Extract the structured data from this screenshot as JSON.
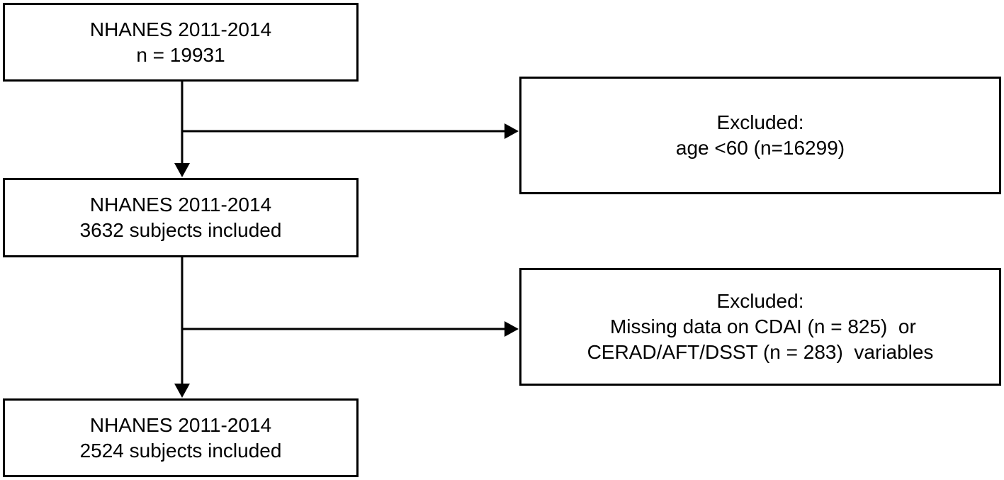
{
  "nodes": {
    "total": {
      "line1": "NHANES 2011-2014",
      "line2": "n = 19931"
    },
    "age_included": {
      "line1": "NHANES 2011-2014",
      "line2": "3632 subjects included"
    },
    "final_included": {
      "line1": "NHANES 2011-2014",
      "line2": "2524 subjects included"
    },
    "exclusion_age": {
      "line1": "Excluded:",
      "line2": "age <60 (n=16299)"
    },
    "exclusion_missing": {
      "line1": "Excluded:",
      "line2": " Missing data on CDAI (n = 825)  or",
      "line3": "CERAD/AFT/DSST (n = 283)  variables"
    }
  },
  "colors": {
    "stroke": "#000000",
    "background": "#ffffff"
  }
}
